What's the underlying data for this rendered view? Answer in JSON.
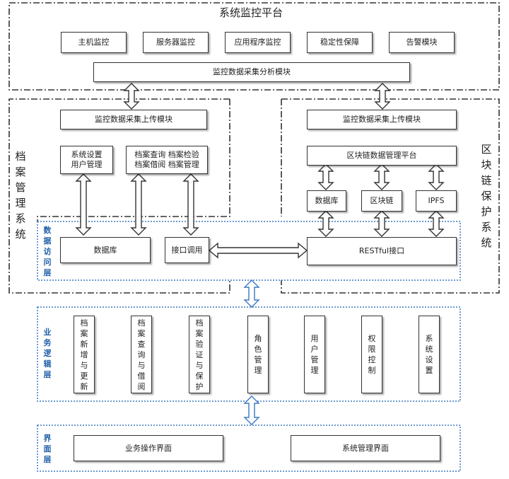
{
  "monitor": {
    "title": "系统监控平台",
    "modules": [
      "主机监控",
      "服务器监控",
      "应用程序监控",
      "稳定性保障",
      "告警模块"
    ],
    "analysis": "监控数据采集分析模块"
  },
  "archive": {
    "title": "档\n案\n管\n理\n系\n统",
    "upload": "监控数据采集上传模块",
    "settings": "系统设置\n用户管理",
    "query": "档案查询  档案检验\n档案借阅  档案管理",
    "database": "数据库",
    "interface": "接口调用"
  },
  "blockchain": {
    "title": "区\n块\n链\n保\n护\n系\n统",
    "upload": "监控数据采集上传模块",
    "platform": "区块链数据管理平台",
    "database": "数据库",
    "chain": "区块链",
    "ipfs": "IPFS",
    "restful": "RESTful接口"
  },
  "layers": {
    "data_access": "数\n据\n访\n问\n层",
    "business": "业\n务\n逻\n辑\n层",
    "ui": "界\n面\n层"
  },
  "business_modules": [
    "档\n案\n新\n增\n与\n更\n新",
    "档\n案\n查\n询\n与\n借\n阅",
    "档\n案\n验\n证\n与\n保\n护",
    "角\n色\n管\n理",
    "用\n户\n管\n理",
    "权\n限\n控\n制",
    "系\n统\n设\n置"
  ],
  "ui_modules": [
    "业务操作界面",
    "系统管理界面"
  ],
  "colors": {
    "dotted_border": "#3a78c2",
    "layer_label": "#1f5fa8",
    "connector": "#3a78c2"
  }
}
